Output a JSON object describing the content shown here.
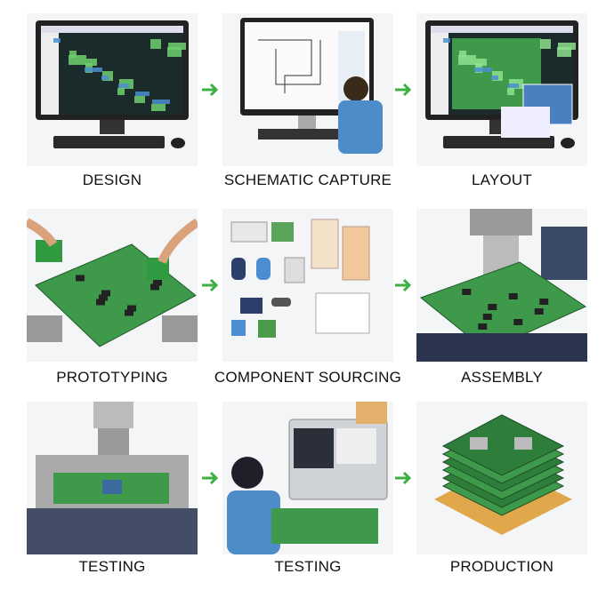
{
  "title": "PCB development process",
  "arrow_color": "#3cb043",
  "steps": [
    {
      "label": "DESIGN",
      "icon": "monitor-pcb-design-icon"
    },
    {
      "label": "SCHEMATIC CAPTURE",
      "icon": "engineer-schematic-icon"
    },
    {
      "label": "LAYOUT",
      "icon": "monitor-layout-icon"
    },
    {
      "label": "PROTOTYPING",
      "icon": "hands-prototype-board-icon"
    },
    {
      "label": "COMPONENT SOURCING",
      "icon": "components-icon"
    },
    {
      "label": "ASSEMBLY",
      "icon": "pick-and-place-machine-icon"
    },
    {
      "label": "TESTING",
      "icon": "test-probe-machine-icon"
    },
    {
      "label": "TESTING",
      "icon": "engineer-test-bench-icon"
    },
    {
      "label": "PRODUCTION",
      "icon": "stacked-boards-icon"
    }
  ]
}
